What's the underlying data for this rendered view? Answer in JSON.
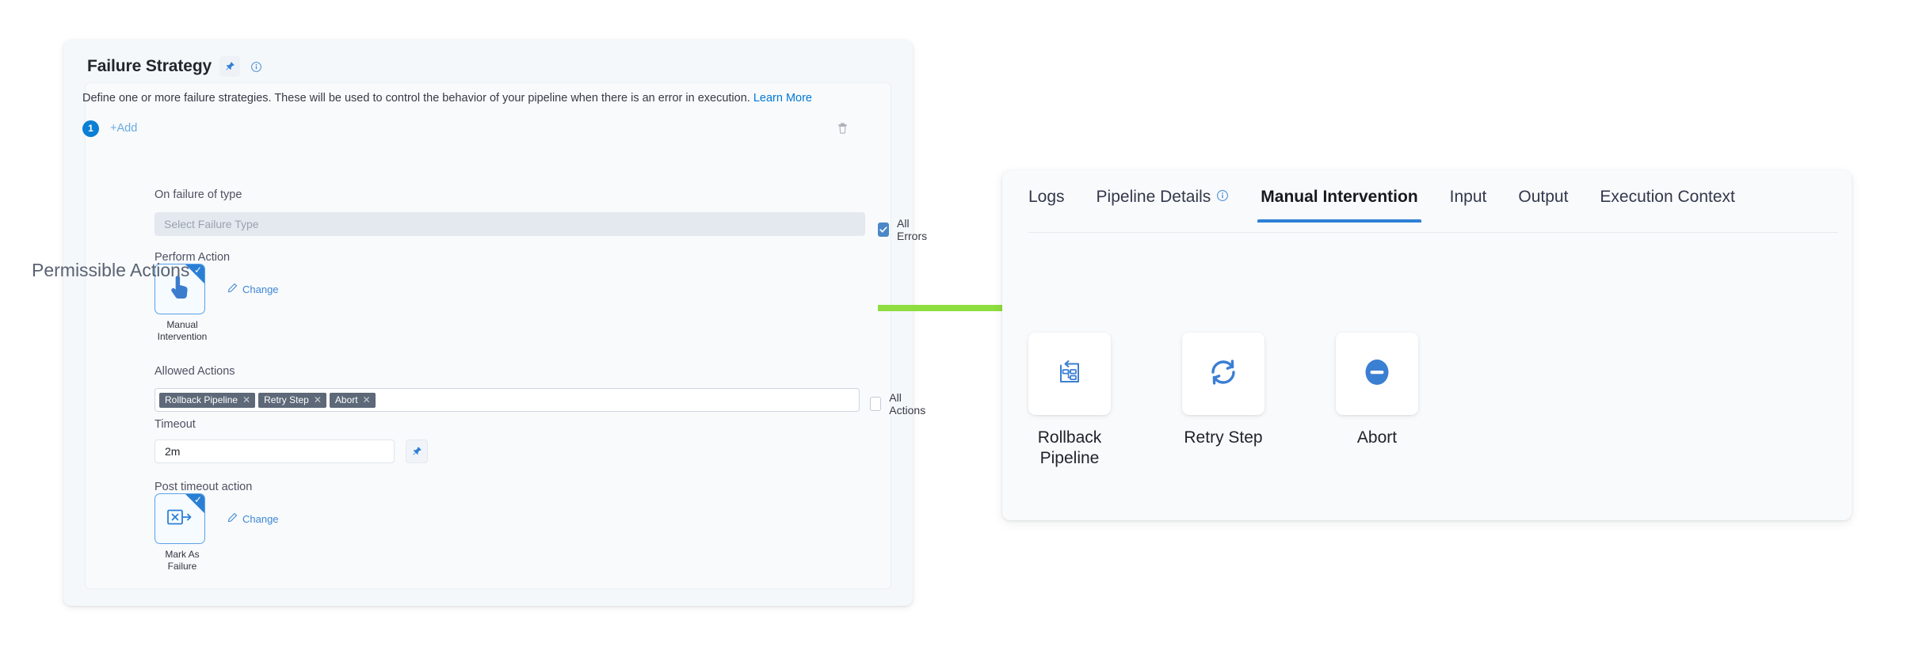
{
  "failure_strategy": {
    "title": "Failure Strategy",
    "pin_icon": "pin-icon",
    "info_icon": "info-circle-icon",
    "description": "Define one or more failure strategies. These will be used to control the behavior of your pipeline when there is an error in execution.",
    "learn_more": "Learn More",
    "strategy_index": "1",
    "add_label": "+Add",
    "delete_icon": "trash-icon",
    "on_failure_label": "On failure of type",
    "failure_type_placeholder": "Select Failure Type",
    "all_errors_label": "All Errors",
    "all_errors_checked": true,
    "perform_action_label": "Perform Action",
    "perform_action_tile": {
      "icon": "hand-pointer-icon",
      "caption_line1": "Manual",
      "caption_line2": "Intervention",
      "selected": true
    },
    "change_label": "Change",
    "change_icon": "pencil-icon",
    "allowed_actions_label": "Allowed Actions",
    "allowed_action_tags": [
      "Rollback Pipeline",
      "Retry Step",
      "Abort"
    ],
    "tag_remove_icon": "close-x-icon",
    "all_actions_label": "All Actions",
    "all_actions_checked": false,
    "timeout_label": "Timeout",
    "timeout_value": "2m",
    "timeout_pin_icon": "pin-icon",
    "post_timeout_label": "Post timeout action",
    "post_timeout_tile": {
      "icon": "mark-as-failure-icon",
      "caption_line1": "Mark As",
      "caption_line2": "Failure",
      "selected": true
    },
    "post_timeout_change_label": "Change"
  },
  "annotation": {
    "arrow_icon": "right-arrow-annotation",
    "arrow_color": "#8ede3f"
  },
  "right_panel": {
    "tabs": [
      {
        "label": "Logs",
        "active": false,
        "icon": null
      },
      {
        "label": "Pipeline Details",
        "active": false,
        "icon": "info-circle-icon"
      },
      {
        "label": "Manual Intervention",
        "active": true,
        "icon": null
      },
      {
        "label": "Input",
        "active": false,
        "icon": null
      },
      {
        "label": "Output",
        "active": false,
        "icon": null
      },
      {
        "label": "Execution Context",
        "active": false,
        "icon": null
      }
    ],
    "section_title": "Permissible Actions",
    "actions": [
      {
        "label": "Rollback Pipeline",
        "icon": "rollback-pipeline-icon"
      },
      {
        "label": "Retry Step",
        "icon": "retry-refresh-icon"
      },
      {
        "label": "Abort",
        "icon": "abort-minus-circle-icon"
      }
    ]
  },
  "colors": {
    "accent_blue": "#2e7fd6",
    "tag_gray": "#5d6878",
    "arrow_green": "#8ede3f",
    "panel_bg": "#f8fafc"
  }
}
